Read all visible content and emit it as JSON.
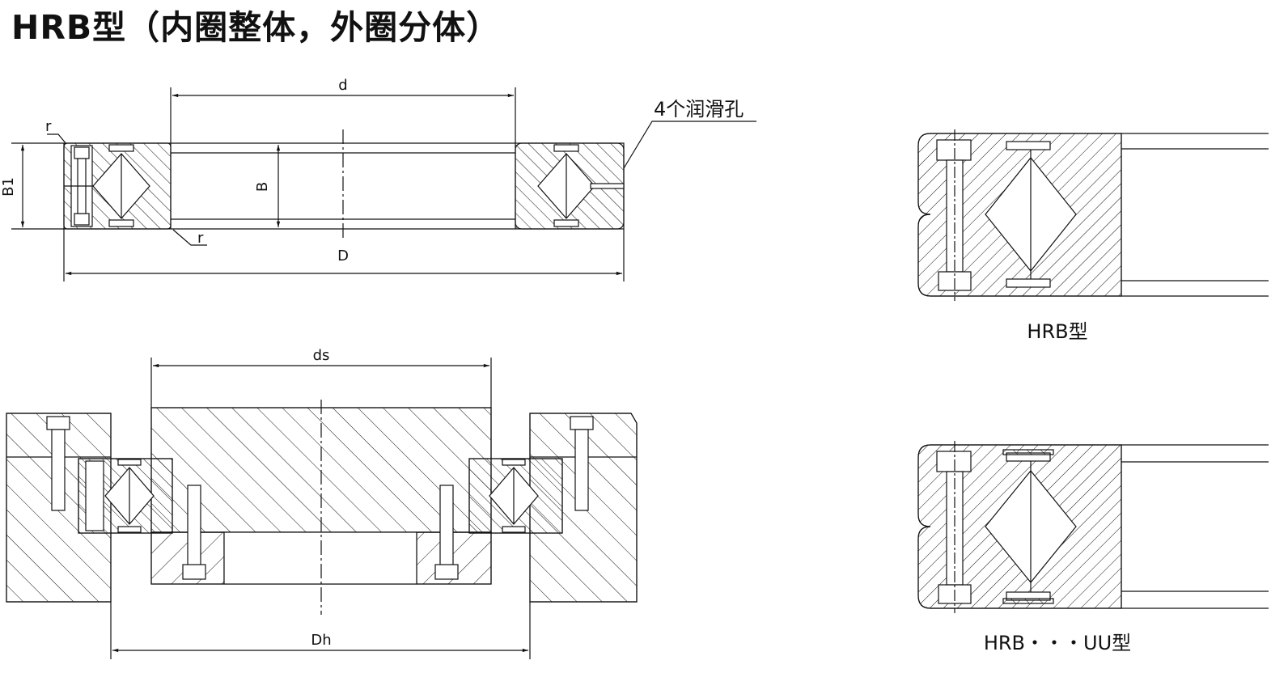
{
  "title": "HRB型（内圈整体，外圈分体）",
  "labels": {
    "d": "d",
    "B": "B",
    "B1": "B1",
    "D": "D",
    "r_top": "r",
    "r_bottom": "r",
    "lube": "4个润滑孔",
    "ds": "ds",
    "Dh": "Dh"
  },
  "figures": {
    "hrb": "HRB型",
    "hrb_uu": "HRB・・・UU型"
  },
  "colors": {
    "line": "#111111",
    "background": "#ffffff"
  }
}
